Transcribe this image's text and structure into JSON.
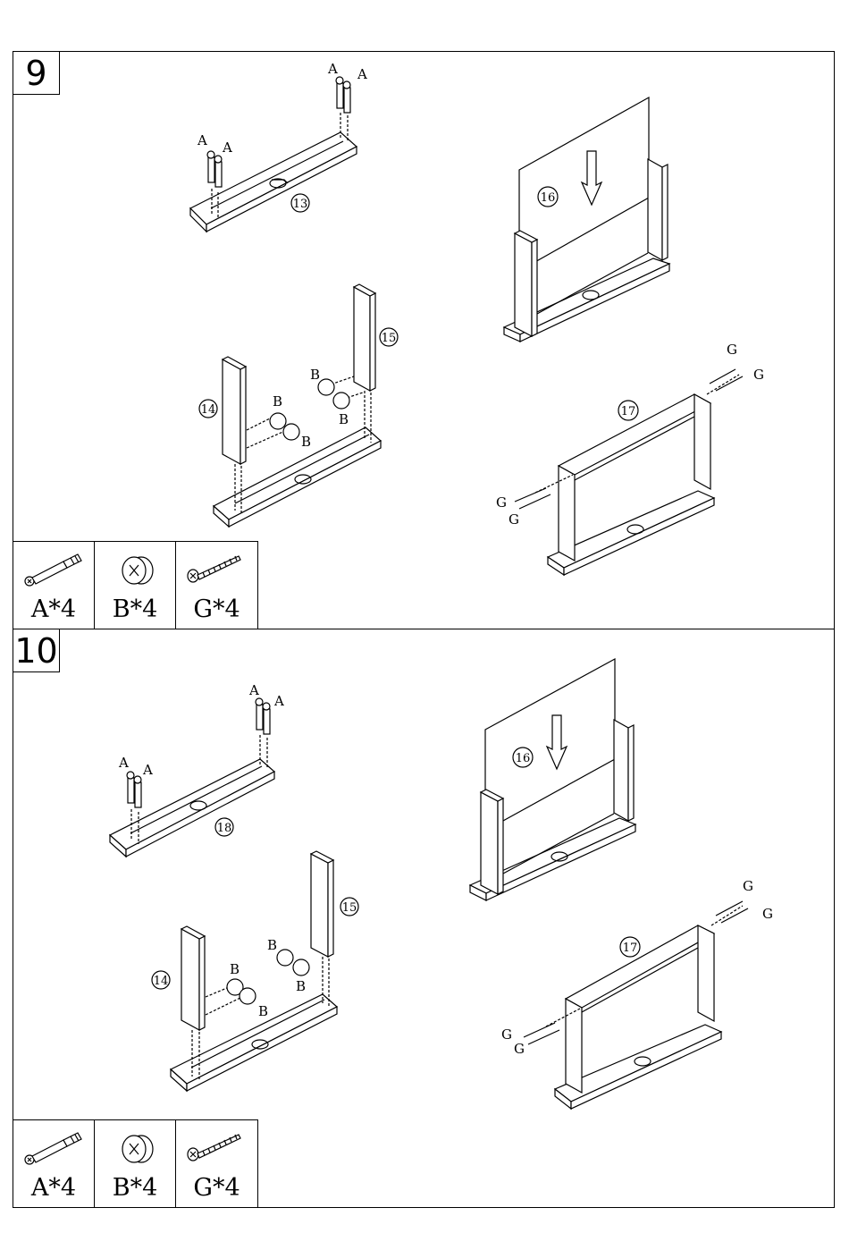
{
  "steps": [
    {
      "number": "9",
      "labels": {
        "bottom_panel": "13",
        "left_side": "14",
        "right_side": "15",
        "back_panel": "16",
        "frame": "17",
        "cam_bolt": "A",
        "cam_lock": "B",
        "screw": "G"
      },
      "parts": [
        {
          "icon": "cam-bolt-icon",
          "label": "A*4"
        },
        {
          "icon": "cam-lock-icon",
          "label": "B*4"
        },
        {
          "icon": "screw-icon",
          "label": "G*4"
        }
      ]
    },
    {
      "number": "10",
      "labels": {
        "bottom_panel": "18",
        "left_side": "14",
        "right_side": "15",
        "back_panel": "16",
        "frame": "17",
        "cam_bolt": "A",
        "cam_lock": "B",
        "screw": "G"
      },
      "parts": [
        {
          "icon": "cam-bolt-icon",
          "label": "A*4"
        },
        {
          "icon": "cam-lock-icon",
          "label": "B*4"
        },
        {
          "icon": "screw-icon",
          "label": "G*4"
        }
      ]
    }
  ]
}
